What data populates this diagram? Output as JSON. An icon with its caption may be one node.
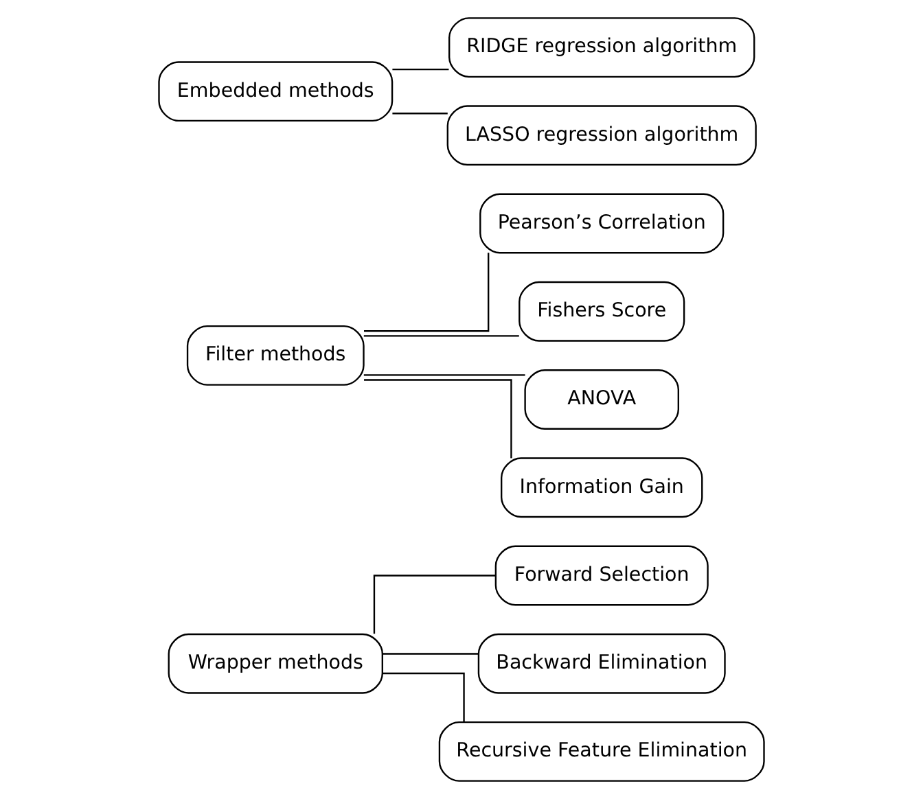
{
  "diagram": {
    "nodes": [
      {
        "text": [
          "Wrapper methods"
        ]
      },
      {
        "text": [
          "Forward Selection"
        ]
      },
      {
        "text": [
          "Backward Elimination"
        ]
      },
      {
        "text": [
          "Recursive Feature Elimination"
        ]
      },
      {
        "text": [
          "Filter methods"
        ]
      },
      {
        "text": [
          "Pearson’s Correlation"
        ]
      },
      {
        "text": [
          "Fishers Score"
        ]
      },
      {
        "text": [
          "ANOVA"
        ]
      },
      {
        "text": [
          "Information Gain"
        ]
      },
      {
        "text": [
          "Embedded methods"
        ]
      },
      {
        "text": [
          "RIDGE regression algorithm"
        ]
      },
      {
        "text": [
          "LASSO regression algorithm"
        ]
      }
    ],
    "edges": [
      {
        "from": 0,
        "to": 1,
        "arrow": "none"
      },
      {
        "from": 0,
        "to": 2,
        "arrow": "none"
      },
      {
        "from": 0,
        "to": 3,
        "arrow": "none"
      },
      {
        "from": 4,
        "to": 5,
        "arrow": "none"
      },
      {
        "from": 4,
        "to": 6,
        "arrow": "none"
      },
      {
        "from": 4,
        "to": 7,
        "arrow": "none"
      },
      {
        "from": 4,
        "to": 8,
        "arrow": "none"
      },
      {
        "from": 9,
        "to": 10,
        "arrow": "none"
      },
      {
        "from": 9,
        "to": 11,
        "arrow": "none"
      }
    ]
  }
}
